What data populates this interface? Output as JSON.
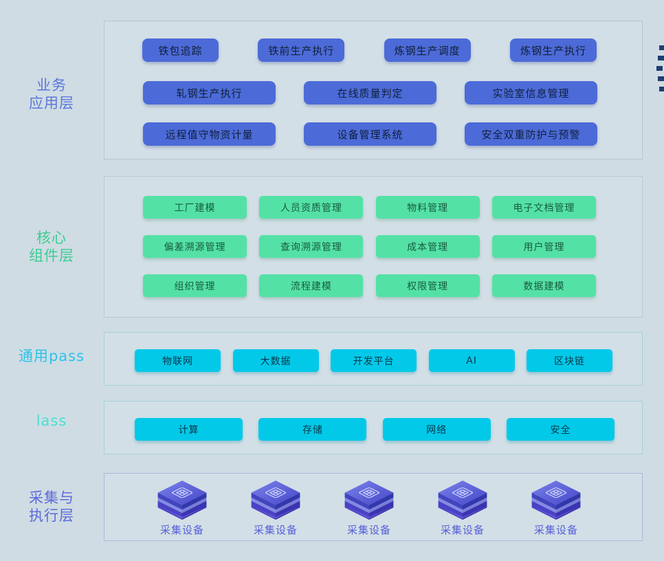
{
  "background": "#cfdce4",
  "accents": {
    "business_blue": "#4c6bd8",
    "core_green": "#54e1a6",
    "cloud_cyan": "#03c9e9",
    "device_purple": "#5055d2",
    "edge_dash_navy": "#1d3e73"
  },
  "layers": {
    "business": {
      "label_lines": [
        "业务",
        "应用层"
      ],
      "label_color": "#5c78d8",
      "rows": [
        [
          "铁包追踪",
          "铁前生产执行",
          "炼钢生产调度",
          "炼钢生产执行"
        ],
        [
          "轧钢生产执行",
          "在线质量判定",
          "实验室信息管理"
        ],
        [
          "远程值守物资计量",
          "设备管理系统",
          "安全双重防护与预警"
        ]
      ]
    },
    "core": {
      "label_lines": [
        "核心",
        "组件层"
      ],
      "label_color": "#3ecb90",
      "rows": [
        [
          "工厂建模",
          "人员资质管理",
          "物料管理",
          "电子文档管理"
        ],
        [
          "偏差溯源管理",
          "查询溯源管理",
          "成本管理",
          "用户管理"
        ],
        [
          "组织管理",
          "流程建模",
          "权限管理",
          "数据建模"
        ]
      ]
    },
    "paas": {
      "label": "通用pass",
      "label_color": "#2cc3e8",
      "items": [
        "物联网",
        "大数据",
        "开发平台",
        "AI",
        "区块链"
      ]
    },
    "iaas": {
      "label": "lass",
      "label_color": "#4bdfd2",
      "items": [
        "计算",
        "存储",
        "网络",
        "安全"
      ]
    },
    "devices": {
      "label_lines": [
        "采集与",
        "执行层"
      ],
      "label_color": "#5b6ad8",
      "item_label": "采集设备",
      "item_count": 5
    }
  }
}
